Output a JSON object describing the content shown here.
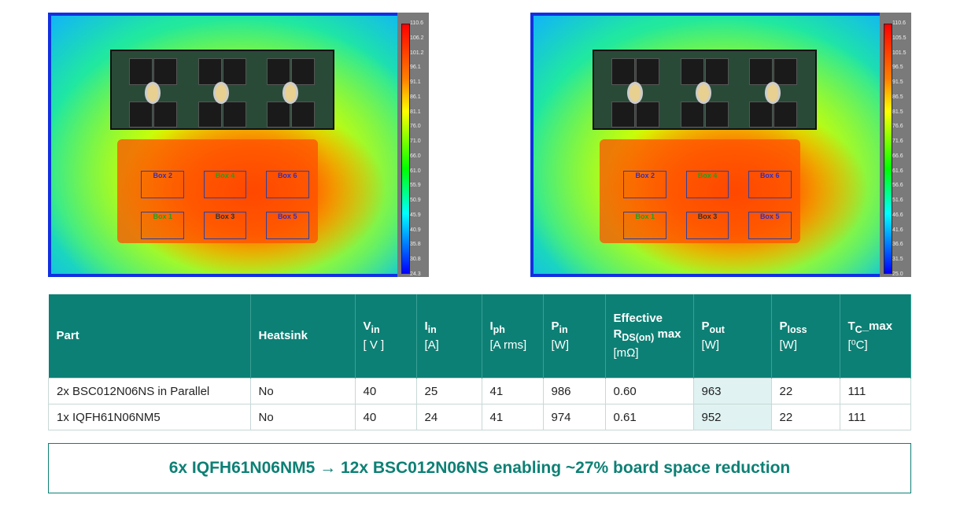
{
  "thermal_images": [
    {
      "scale": [
        "110.6",
        "106.2",
        "101.2",
        "96.1",
        "91.1",
        "86.1",
        "81.1",
        "76.0",
        "71.0",
        "66.0",
        "61.0",
        "55.9",
        "50.9",
        "45.9",
        "40.9",
        "35.8",
        "30.8",
        "24.3"
      ],
      "boxes": [
        "Box 2",
        "Box 4",
        "Box 6",
        "Box 1",
        "Box 3",
        "Box 5"
      ]
    },
    {
      "scale": [
        "110.6",
        "105.5",
        "101.5",
        "96.5",
        "91.5",
        "86.5",
        "81.5",
        "76.6",
        "71.6",
        "66.6",
        "61.6",
        "56.6",
        "51.6",
        "46.6",
        "41.6",
        "36.6",
        "31.5",
        "25.0"
      ],
      "boxes": [
        "Box 2",
        "Box 4",
        "Box 6",
        "Box 1",
        "Box 3",
        "Box 5"
      ]
    }
  ],
  "table": {
    "headers": [
      {
        "main": "Part",
        "sub": "",
        "unit": ""
      },
      {
        "main": "Heatsink",
        "sub": "",
        "unit": ""
      },
      {
        "main": "V",
        "sub": "in",
        "unit": "[ V ]"
      },
      {
        "main": "I",
        "sub": "in",
        "unit": "[A]"
      },
      {
        "main": "I",
        "sub": "ph",
        "unit": "[A rms]"
      },
      {
        "main": "P",
        "sub": "in",
        "unit": "[W]"
      },
      {
        "main": "Effective",
        "sub": "",
        "unit": "[mΩ]",
        "line2": "R",
        "line2sub": "DS(on)",
        "line2rest": " max"
      },
      {
        "main": "P",
        "sub": "out",
        "unit": "[W]"
      },
      {
        "main": "P",
        "sub": "loss",
        "unit": "[W]"
      },
      {
        "main": "T",
        "sub": "C",
        "rest": "_max",
        "unit": "[⁰C]"
      }
    ],
    "rows": [
      [
        "2x BSC012N06NS in Parallel",
        "No",
        "40",
        "25",
        "41",
        "986",
        "0.60",
        "963",
        "22",
        "111"
      ],
      [
        "1x IQFH61N06NM5",
        "No",
        "40",
        "24",
        "41",
        "974",
        "0.61",
        "952",
        "22",
        "111"
      ]
    ]
  },
  "banner": "6x IQFH61N06NM5 → 12x BSC012N06NS enabling ~27% board space reduction",
  "colors": {
    "accent": "#0d8075",
    "highlight": "#e0f3f2"
  }
}
